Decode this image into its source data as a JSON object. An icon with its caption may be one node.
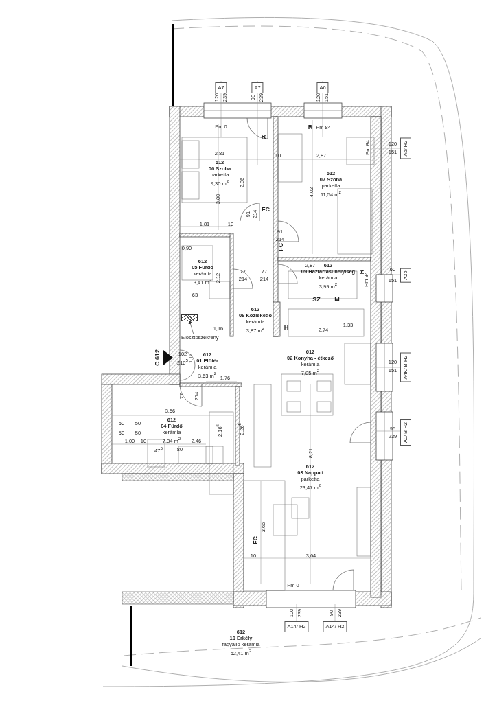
{
  "diagram": {
    "nodes": [
      {
        "text": [
          "612",
          "06 Szoba",
          "parketta",
          "9,30 m$^{2}$"
        ]
      },
      {
        "text": [
          "612",
          "07 Szoba",
          "parketta",
          "11,54 m$^{2}$"
        ]
      },
      {
        "text": [
          "612",
          "05 Fürdő",
          "kerámia",
          "3,41 m$^{2}$"
        ]
      },
      {
        "text": [
          "612",
          "09 Háztartási helyiség",
          "kerámia",
          "3,99 m$^{2}$"
        ]
      },
      {
        "text": [
          "612",
          "08 Közlekedő",
          "kerámia",
          "3,87 m$^{2}$"
        ]
      },
      {
        "text": [
          "612",
          "01 Előtér",
          "kerámia",
          "3,63 m$^{2}$"
        ]
      },
      {
        "text": [
          "612",
          "02 Konyha - étkező",
          "kerámia",
          "7,85 m$^{2}$"
        ]
      },
      {
        "text": [
          "612",
          "04 Fürdő",
          "kerámia",
          "7,34 m$^{2}$"
        ]
      },
      {
        "text": [
          "612",
          "03 Nappali",
          "parketta",
          "23,47 m$^{2}$"
        ]
      },
      {
        "text": [
          "612",
          "10 Erkély",
          "fagyálló kerámia",
          "52,41 m$^{2}$"
        ]
      },
      {
        "text": [],
        "shape": "box"
      },
      {
        "text": [
          "Elosztószekrény"
        ]
      }
    ],
    "edges": [
      {
        "from": 11,
        "to": 10,
        "arrow": "to"
      }
    ],
    "labels": [
      "A7",
      "A7",
      "A6",
      "120",
      "239",
      "90",
      "239",
      "120",
      "151",
      "Pm 0",
      "R",
      "R",
      "Pm 84",
      "Pm 84",
      "120",
      "151",
      "A6/ H2",
      "2,81",
      "10",
      "2,87",
      "2,86",
      "3,80",
      "4,02",
      "91",
      "214",
      "FC",
      "1,81",
      "10",
      "91",
      "214",
      "FC",
      "0,90",
      "2,12",
      "77",
      "214",
      "77",
      "214",
      "2,87",
      "R",
      "Pm 84",
      "60",
      "151",
      "A25",
      "63",
      "SZ",
      "M",
      "1,16",
      "H",
      "2,74",
      "1,33",
      "C 612",
      "102",
      "210$^{5}$",
      "1,11",
      "1,76",
      "120",
      "151",
      "A4K/ B H2",
      "77",
      "214",
      "3,56",
      "95",
      "239",
      "A0/ B H2",
      "50",
      "50",
      "50",
      "50",
      "1,00",
      "10",
      "2,46",
      "47$^{5}$",
      "80",
      "2,16$^{5}$",
      "2,26$^{5}$",
      "8,21",
      "3,66",
      "FC",
      "10",
      "3,64",
      "Pm 0",
      "100",
      "239",
      "90",
      "239",
      "A14/ H2",
      "A14/ H2"
    ]
  }
}
